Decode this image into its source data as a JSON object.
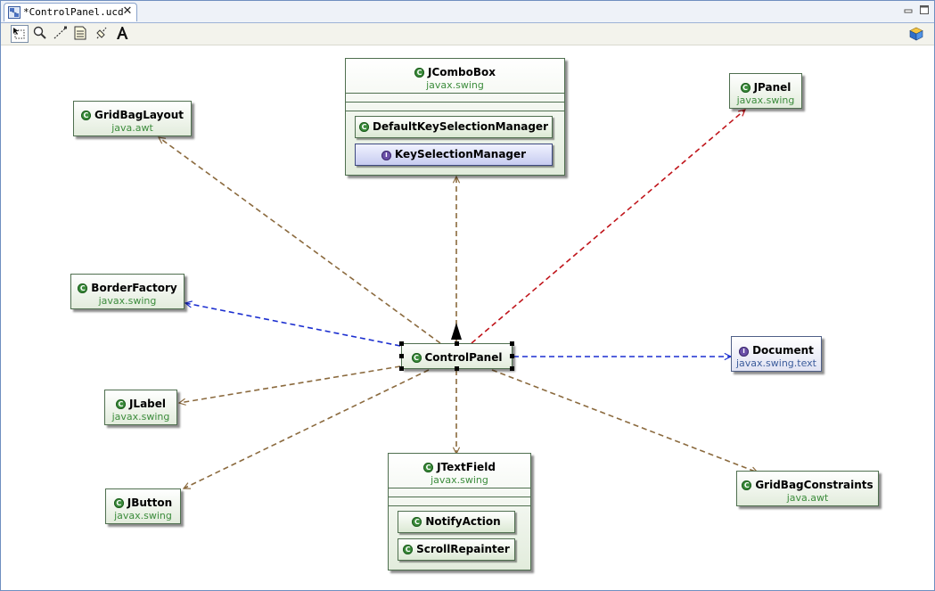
{
  "tab": {
    "title": "*ControlPanel.ucd",
    "close_glyph": "✕"
  },
  "toolbar": {
    "icons": [
      "select-icon",
      "zoom-icon",
      "connection-icon",
      "note-icon",
      "note-attach-icon",
      "text-icon"
    ],
    "right_icon": "palette-cube-icon"
  },
  "colors": {
    "class_green": "#3a8b3a",
    "interface_purple": "#6a4fa8",
    "package_text": "#3c8c3c",
    "use_arrow": "#8b6a3e",
    "dependency_arrow": "#1c2fd0",
    "implements_arrow": "#c0151b"
  },
  "classes": {
    "jcombobox": {
      "name": "JComboBox",
      "package": "javax.swing",
      "inner": [
        "DefaultKeySelectionManager",
        "KeySelectionManager"
      ]
    },
    "jpanel": {
      "name": "JPanel",
      "package": "javax.swing"
    },
    "gridbaglayout": {
      "name": "GridBagLayout",
      "package": "java.awt"
    },
    "borderfactory": {
      "name": "BorderFactory",
      "package": "javax.swing"
    },
    "controlpanel": {
      "name": "ControlPanel"
    },
    "document": {
      "name": "Document",
      "package": "javax.swing.text"
    },
    "jlabel": {
      "name": "JLabel",
      "package": "javax.swing"
    },
    "jbutton": {
      "name": "JButton",
      "package": "javax.swing"
    },
    "jtextfield": {
      "name": "JTextField",
      "package": "javax.swing",
      "inner": [
        "NotifyAction",
        "ScrollRepainter"
      ]
    },
    "gridbagconstraints": {
      "name": "GridBagConstraints",
      "package": "java.awt"
    }
  }
}
